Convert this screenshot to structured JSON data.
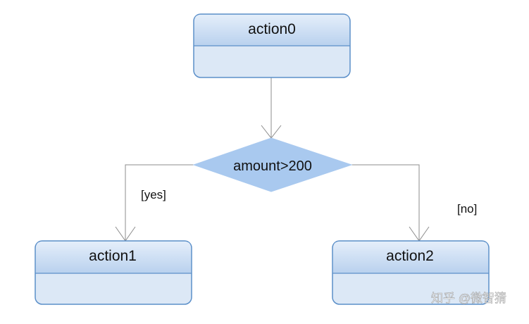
{
  "nodes": {
    "action0": {
      "label": "action0"
    },
    "action1": {
      "label": "action1"
    },
    "action2": {
      "label": "action2"
    },
    "decision": {
      "label": "amount>200"
    }
  },
  "guards": {
    "yes": "[yes]",
    "no": "[no]"
  },
  "watermark": "知乎 @微智猜",
  "colors": {
    "node_fill": "#dce8f6",
    "node_header": "#c3d8f0",
    "node_border": "#5b8fc9",
    "decision_fill": "#a9c9ef",
    "edge": "#8c8c8c",
    "text": "#111111"
  }
}
